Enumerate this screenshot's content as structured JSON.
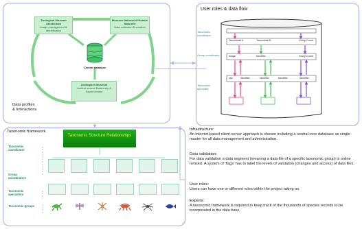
{
  "left_top": {
    "box1_title": "Zoological Museum Amsterdam",
    "box1_sub": "Image management & identification",
    "box2_title": "Museum National d'Histoire Naturelle",
    "box2_sub": "Data collection & curation",
    "box3_title": "Zoologisch Museum",
    "box3_sub": "Archive source Data entry & Expert review",
    "db_label": "Central database",
    "section_title": "Data profiles",
    "section_sub": "& Interactions"
  },
  "right_top": {
    "title": "User roles & data flow",
    "labels": {
      "a": "Taxonomic coordinator",
      "b": "Group coordinator",
      "c": "Taxonomic specialist"
    },
    "row1": [
      "Taxonomist A",
      "Taxonomist B",
      "Group Coord."
    ],
    "row2": [
      "Image",
      "Identifier",
      "Group Coord."
    ],
    "row3": [
      "Upl.",
      "Identifier",
      "Identifier",
      "Identifier",
      "Identifier"
    ]
  },
  "bottom_left": {
    "title": "Taxonomic framework",
    "banner": "Taxonomic Structure Relationships",
    "labels": {
      "a": "Taxonomic coordinator",
      "b": "Group coordinators",
      "c": "Taxonomic specialists",
      "d": "Taxonomic groups"
    }
  },
  "info": {
    "p1_h": "Infrastructure:",
    "p1": "An internet-based client-server approach is chosen including a central core database as single master for all data management and administration.",
    "p2_h": "Data validation:",
    "p2": "For data validation a data segment (meaning a data file of a specific taxonomic group) is online revised. A system of 'flags' has to label the levels of validation (changes and access) of data files.",
    "p3_h": "User roles:",
    "p3": "Users can have one or different roles within the project taking on.",
    "p4_h": "Experts:",
    "p4": "A taxonomic framework is required to keep track of the thousands of species records to be incorporated in the data base."
  },
  "colors": {
    "panel_border": "#9fa8e6",
    "green_box": "#cbeed2",
    "banner_green": "#12991a",
    "arrow_green": "#7fd48a",
    "connector_blue": "#9fb8ee",
    "pink": "#e8458c",
    "green": "#46c24c",
    "purple": "#7a52d6"
  }
}
